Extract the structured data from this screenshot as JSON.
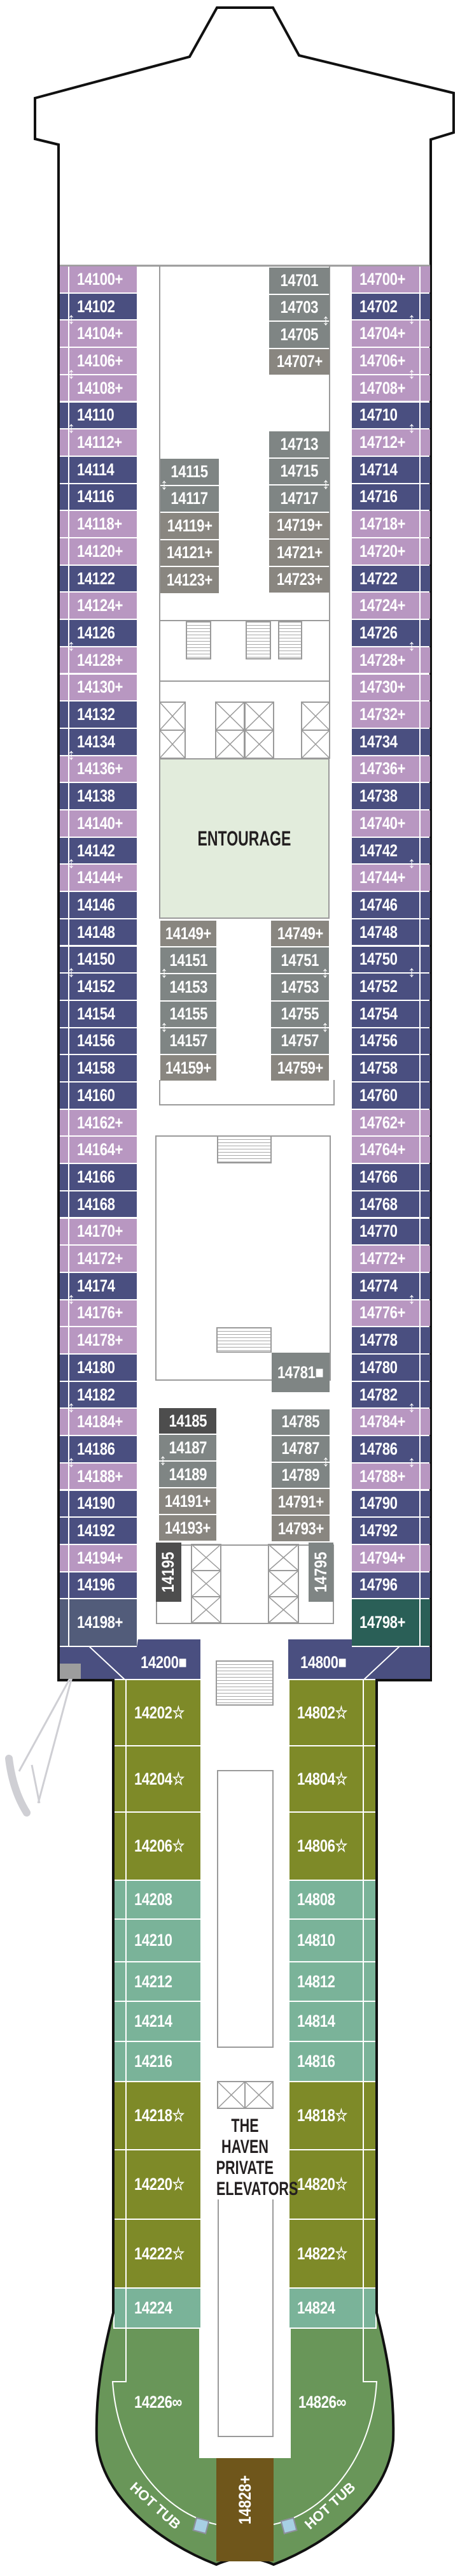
{
  "deck": {
    "lounge_label": "ENTOURAGE",
    "haven_elevators_label": [
      "THE HAVEN",
      "PRIVATE",
      "ELEVATORS"
    ],
    "hot_tub_label": "HOT TUB"
  },
  "colors": {
    "purple": "#b897c1",
    "navy": "#4a4f80",
    "grey": "#7f8584",
    "taupe": "#898680",
    "dark": "#4d4d4d",
    "olive": "#7e8a28",
    "seafoam": "#7ab399",
    "slate": "#525c7a",
    "teal": "#2a5f57",
    "stern_green": "#699659",
    "brown": "#6f561b",
    "lounge": "#e2ecdc"
  },
  "port_cabins": [
    {
      "n": "14100+",
      "c": "purple"
    },
    {
      "n": "14102",
      "c": "navy",
      "door": true
    },
    {
      "n": "14104+",
      "c": "purple"
    },
    {
      "n": "14106+",
      "c": "purple",
      "door": true
    },
    {
      "n": "14108+",
      "c": "purple"
    },
    {
      "n": "14110",
      "c": "navy",
      "door": true
    },
    {
      "n": "14112+",
      "c": "purple"
    },
    {
      "n": "14114",
      "c": "navy"
    },
    {
      "n": "14116",
      "c": "navy"
    },
    {
      "n": "14118+",
      "c": "purple"
    },
    {
      "n": "14120+",
      "c": "purple"
    },
    {
      "n": "14122",
      "c": "navy"
    },
    {
      "n": "14124+",
      "c": "purple"
    },
    {
      "n": "14126",
      "c": "navy",
      "door": true
    },
    {
      "n": "14128+",
      "c": "purple"
    },
    {
      "n": "14130+",
      "c": "purple"
    },
    {
      "n": "14132",
      "c": "navy"
    },
    {
      "n": "14134",
      "c": "navy",
      "door": true
    },
    {
      "n": "14136+",
      "c": "purple"
    },
    {
      "n": "14138",
      "c": "navy"
    },
    {
      "n": "14140+",
      "c": "purple"
    },
    {
      "n": "14142",
      "c": "navy",
      "door": true
    },
    {
      "n": "14144+",
      "c": "purple"
    },
    {
      "n": "14146",
      "c": "navy"
    },
    {
      "n": "14148",
      "c": "navy"
    },
    {
      "n": "14150",
      "c": "navy",
      "door": true
    },
    {
      "n": "14152",
      "c": "navy"
    },
    {
      "n": "14154",
      "c": "navy"
    },
    {
      "n": "14156",
      "c": "navy"
    },
    {
      "n": "14158",
      "c": "navy"
    },
    {
      "n": "14160",
      "c": "navy"
    },
    {
      "n": "14162+",
      "c": "purple"
    },
    {
      "n": "14164+",
      "c": "purple"
    },
    {
      "n": "14166",
      "c": "navy"
    },
    {
      "n": "14168",
      "c": "navy"
    },
    {
      "n": "14170+",
      "c": "purple"
    },
    {
      "n": "14172+",
      "c": "purple"
    },
    {
      "n": "14174",
      "c": "navy",
      "door": true
    },
    {
      "n": "14176+",
      "c": "purple"
    },
    {
      "n": "14178+",
      "c": "purple"
    },
    {
      "n": "14180",
      "c": "navy"
    },
    {
      "n": "14182",
      "c": "navy",
      "door": true
    },
    {
      "n": "14184+",
      "c": "purple"
    },
    {
      "n": "14186",
      "c": "navy",
      "door": true
    },
    {
      "n": "14188+",
      "c": "purple"
    },
    {
      "n": "14190",
      "c": "navy"
    },
    {
      "n": "14192",
      "c": "navy"
    },
    {
      "n": "14194+",
      "c": "purple"
    },
    {
      "n": "14196",
      "c": "navy"
    },
    {
      "n": "14198+",
      "c": "slate"
    }
  ],
  "starboard_cabins": [
    {
      "n": "14700+",
      "c": "purple"
    },
    {
      "n": "14702",
      "c": "navy",
      "door": true
    },
    {
      "n": "14704+",
      "c": "purple"
    },
    {
      "n": "14706+",
      "c": "purple",
      "door": true
    },
    {
      "n": "14708+",
      "c": "purple"
    },
    {
      "n": "14710",
      "c": "navy",
      "door": true
    },
    {
      "n": "14712+",
      "c": "purple"
    },
    {
      "n": "14714",
      "c": "navy"
    },
    {
      "n": "14716",
      "c": "navy"
    },
    {
      "n": "14718+",
      "c": "purple"
    },
    {
      "n": "14720+",
      "c": "purple"
    },
    {
      "n": "14722",
      "c": "navy"
    },
    {
      "n": "14724+",
      "c": "purple"
    },
    {
      "n": "14726",
      "c": "navy",
      "door": true
    },
    {
      "n": "14728+",
      "c": "purple"
    },
    {
      "n": "14730+",
      "c": "purple"
    },
    {
      "n": "14732+",
      "c": "purple"
    },
    {
      "n": "14734",
      "c": "navy"
    },
    {
      "n": "14736+",
      "c": "purple"
    },
    {
      "n": "14738",
      "c": "navy"
    },
    {
      "n": "14740+",
      "c": "purple"
    },
    {
      "n": "14742",
      "c": "navy",
      "door": true
    },
    {
      "n": "14744+",
      "c": "purple"
    },
    {
      "n": "14746",
      "c": "navy"
    },
    {
      "n": "14748",
      "c": "navy"
    },
    {
      "n": "14750",
      "c": "navy",
      "door": true
    },
    {
      "n": "14752",
      "c": "navy"
    },
    {
      "n": "14754",
      "c": "navy"
    },
    {
      "n": "14756",
      "c": "navy"
    },
    {
      "n": "14758",
      "c": "navy"
    },
    {
      "n": "14760",
      "c": "navy"
    },
    {
      "n": "14762+",
      "c": "purple"
    },
    {
      "n": "14764+",
      "c": "purple"
    },
    {
      "n": "14766",
      "c": "navy"
    },
    {
      "n": "14768",
      "c": "navy"
    },
    {
      "n": "14770",
      "c": "navy"
    },
    {
      "n": "14772+",
      "c": "purple"
    },
    {
      "n": "14774",
      "c": "navy",
      "door": true
    },
    {
      "n": "14776+",
      "c": "purple"
    },
    {
      "n": "14778",
      "c": "navy"
    },
    {
      "n": "14780",
      "c": "navy"
    },
    {
      "n": "14782",
      "c": "navy",
      "door": true
    },
    {
      "n": "14784+",
      "c": "purple"
    },
    {
      "n": "14786",
      "c": "navy",
      "door": true
    },
    {
      "n": "14788+",
      "c": "purple"
    },
    {
      "n": "14790",
      "c": "navy"
    },
    {
      "n": "14792",
      "c": "navy"
    },
    {
      "n": "14794+",
      "c": "purple"
    },
    {
      "n": "14796",
      "c": "navy"
    },
    {
      "n": "14798+",
      "c": "teal"
    }
  ],
  "inner": {
    "port_fwd": [
      {
        "n": "14115",
        "c": "grey",
        "door": true
      },
      {
        "n": "14117",
        "c": "grey"
      },
      {
        "n": "14119+",
        "c": "taupe"
      },
      {
        "n": "14121+",
        "c": "taupe"
      },
      {
        "n": "14123+",
        "c": "taupe"
      }
    ],
    "stbd_fwd_a": [
      {
        "n": "14701",
        "c": "grey"
      },
      {
        "n": "14703",
        "c": "grey",
        "door": true
      },
      {
        "n": "14705",
        "c": "grey"
      },
      {
        "n": "14707+",
        "c": "taupe"
      }
    ],
    "stbd_fwd_b": [
      {
        "n": "14713",
        "c": "grey"
      },
      {
        "n": "14715",
        "c": "grey",
        "door": true
      },
      {
        "n": "14717",
        "c": "grey"
      },
      {
        "n": "14719+",
        "c": "taupe"
      },
      {
        "n": "14721+",
        "c": "taupe"
      },
      {
        "n": "14723+",
        "c": "taupe"
      }
    ],
    "port_mid": [
      {
        "n": "14149+",
        "c": "taupe"
      },
      {
        "n": "14151",
        "c": "grey",
        "door": true
      },
      {
        "n": "14153",
        "c": "grey"
      },
      {
        "n": "14155",
        "c": "grey",
        "door": true
      },
      {
        "n": "14157",
        "c": "grey"
      },
      {
        "n": "14159+",
        "c": "taupe"
      }
    ],
    "stbd_mid": [
      {
        "n": "14749+",
        "c": "taupe"
      },
      {
        "n": "14751",
        "c": "grey",
        "door": true
      },
      {
        "n": "14753",
        "c": "grey"
      },
      {
        "n": "14755",
        "c": "grey",
        "door": true
      },
      {
        "n": "14757",
        "c": "grey"
      },
      {
        "n": "14759+",
        "c": "taupe"
      }
    ],
    "port_aft": [
      {
        "n": "14185",
        "c": "dark"
      },
      {
        "n": "14187",
        "c": "grey",
        "door": true
      },
      {
        "n": "14189",
        "c": "grey"
      },
      {
        "n": "14191+",
        "c": "taupe"
      },
      {
        "n": "14193+",
        "c": "taupe"
      }
    ],
    "stbd_aft": [
      {
        "n": "14785",
        "c": "grey"
      },
      {
        "n": "14787",
        "c": "grey",
        "door": true
      },
      {
        "n": "14789",
        "c": "grey"
      },
      {
        "n": "14791+",
        "c": "taupe"
      },
      {
        "n": "14793+",
        "c": "taupe"
      }
    ]
  },
  "specials": {
    "c14781": {
      "n": "14781■",
      "c": "grey"
    },
    "c14195": {
      "n": "14195",
      "c": "dark"
    },
    "c14795": {
      "n": "14795",
      "c": "grey"
    },
    "c14200": {
      "n": "14200■",
      "c": "navy"
    },
    "c14800": {
      "n": "14800■",
      "c": "navy"
    },
    "c14226": {
      "n": "14226∞",
      "c": "stern_green"
    },
    "c14826": {
      "n": "14826∞",
      "c": "stern_green"
    },
    "c14828": {
      "n": "14828+",
      "c": "brown"
    }
  },
  "haven_port": [
    {
      "n": "14202☆",
      "c": "olive"
    },
    {
      "n": "14204☆",
      "c": "olive"
    },
    {
      "n": "14206☆",
      "c": "olive"
    },
    {
      "n": "14208",
      "c": "seafoam"
    },
    {
      "n": "14210",
      "c": "seafoam"
    },
    {
      "n": "14212",
      "c": "seafoam"
    },
    {
      "n": "14214",
      "c": "seafoam"
    },
    {
      "n": "14216",
      "c": "seafoam"
    },
    {
      "n": "14218☆",
      "c": "olive"
    },
    {
      "n": "14220☆",
      "c": "olive"
    },
    {
      "n": "14222☆",
      "c": "olive"
    },
    {
      "n": "14224",
      "c": "seafoam"
    }
  ],
  "haven_stbd": [
    {
      "n": "14802☆",
      "c": "olive"
    },
    {
      "n": "14804☆",
      "c": "olive"
    },
    {
      "n": "14806☆",
      "c": "olive"
    },
    {
      "n": "14808",
      "c": "seafoam"
    },
    {
      "n": "14810",
      "c": "seafoam"
    },
    {
      "n": "14812",
      "c": "seafoam"
    },
    {
      "n": "14814",
      "c": "seafoam"
    },
    {
      "n": "14816",
      "c": "seafoam"
    },
    {
      "n": "14818☆",
      "c": "olive"
    },
    {
      "n": "14820☆",
      "c": "olive"
    },
    {
      "n": "14822☆",
      "c": "olive"
    },
    {
      "n": "14824",
      "c": "seafoam"
    }
  ]
}
